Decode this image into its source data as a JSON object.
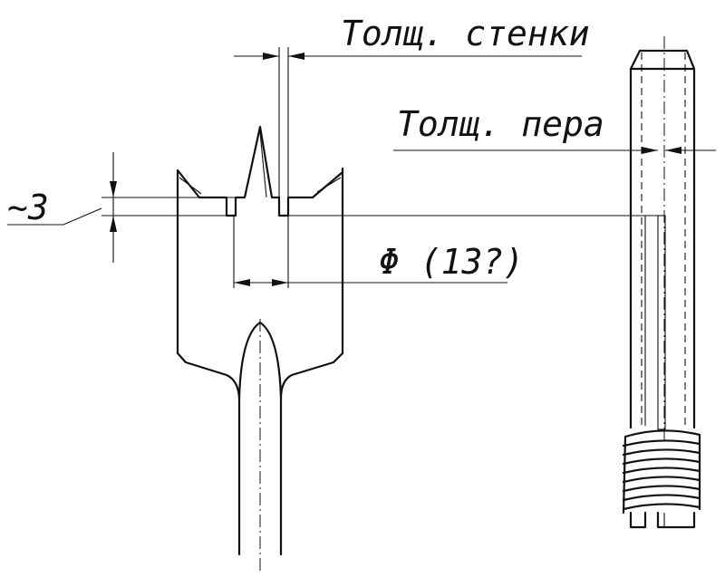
{
  "labels": {
    "wall_thickness": "Толщ. стенки",
    "blade_thickness": "Толщ. пера",
    "diameter": "Φ (13?)",
    "approx": "~3"
  }
}
